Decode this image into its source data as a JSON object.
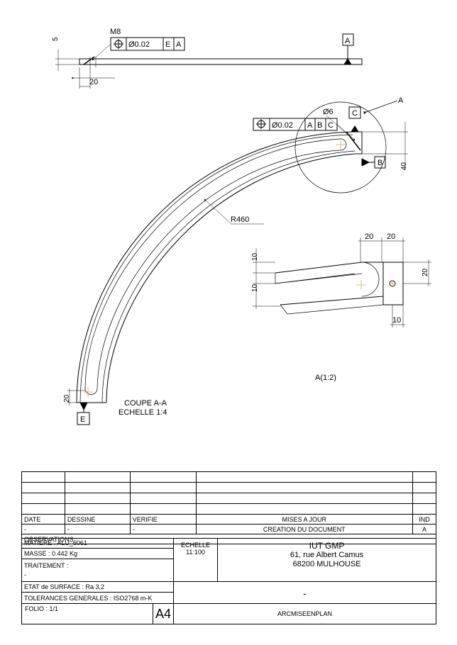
{
  "drawing": {
    "top_view": {
      "thread_label": "M8",
      "dim_thickness": "5",
      "dim_hole_pos": "20",
      "tolerance_value": "Ø0.02",
      "datum_refs": [
        "E",
        "A"
      ],
      "datum_flag": "A"
    },
    "main_view": {
      "hole_label": "Ø6",
      "tolerance_value": "Ø0.02",
      "datum_refs": [
        "A",
        "B",
        "C"
      ],
      "datum_c": "C",
      "datum_b": "B",
      "detail_ref": "A",
      "dim_height": "40",
      "radius": "R460",
      "dim_bottom": "20",
      "datum_e": "E",
      "section_label": "COUPE  A-A",
      "section_scale": "ECHELLE  1:4"
    },
    "detail_view": {
      "dims": {
        "top_left": "20",
        "top_right": "20",
        "left_upper": "10",
        "left_lower": "10",
        "right": "20",
        "bottom": "10"
      },
      "label": "A(1:2)"
    }
  },
  "title_block": {
    "headers": {
      "date": "DATE",
      "dessine": "DESSINE",
      "verifie": "VERIFIE",
      "mises_a_jour": "MISES A JOUR",
      "ind": "IND"
    },
    "values": {
      "date": "-",
      "dessine": "-",
      "verifie": "-",
      "mises_a_jour": "CREATION DU DOCUMENT",
      "ind": "A"
    },
    "observations": "OBSERVATIONS :",
    "matiere": "MATIERE : ALU_6061",
    "masse": "MASSE : 0.442 Kg",
    "traitement": "TRAITEMENT :",
    "traitement_value": "-",
    "echelle_label": "ECHELLE",
    "echelle_value": "11:100",
    "company": "IUT GMP",
    "address1": "61, rue Albert Camus",
    "address2": "68200 MULHOUSE",
    "etat_surface": "ETAT de SURFACE : Ra 3,2",
    "tolerances": "TOLERANCES GENERALES : ISO2768 m-K",
    "description": "-",
    "folio": "FOLIO : 1/1",
    "format": "A4",
    "part_name": "ARCMISEENPLAN"
  }
}
